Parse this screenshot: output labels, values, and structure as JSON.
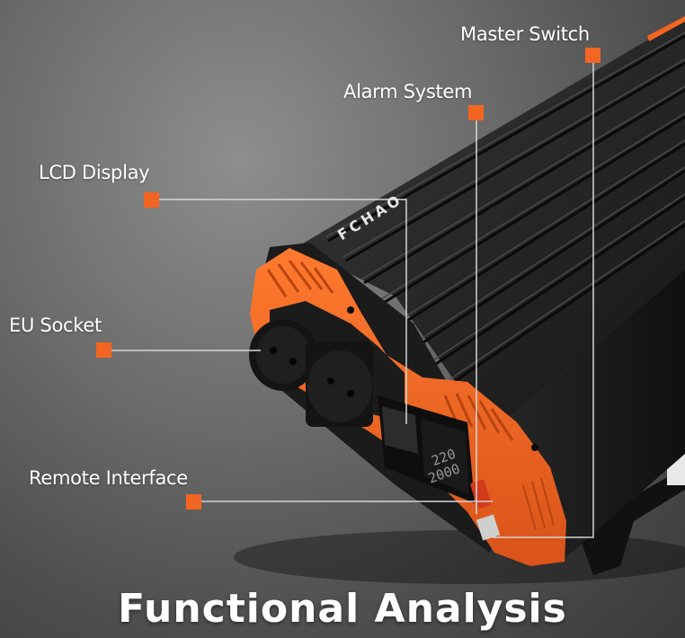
{
  "brand": "FCHAO",
  "callouts": {
    "master_switch": "Master Switch",
    "alarm_system": "Alarm System",
    "lcd_display": "LCD Display",
    "eu_socket": "EU Socket",
    "remote_interface": "Remote Interface"
  },
  "lcd": {
    "line1": "220",
    "line2": "2000"
  },
  "title": "Functional Analysis",
  "colors": {
    "accent": "#f26522",
    "body": "#1d1d1d",
    "background": "#6f6f6f"
  }
}
